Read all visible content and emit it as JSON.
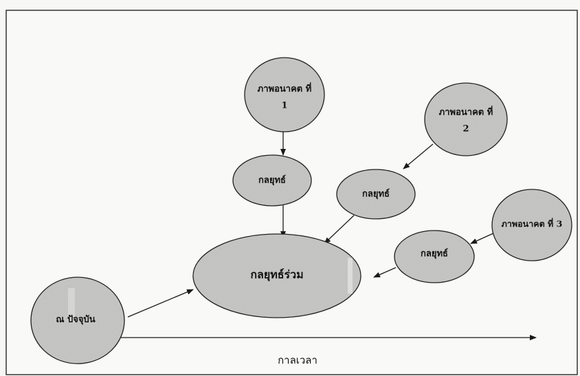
{
  "diagram": {
    "colors": {
      "node_fill": "#c4c4c2",
      "node_stroke": "#1a1a1a",
      "arrow": "#1a1a1a",
      "frame": "#333333"
    },
    "nodes": {
      "future_1": {
        "line1": "ภาพอนาคต ที่",
        "line2": "1"
      },
      "future_2": {
        "line1": "ภาพอนาคต ที่",
        "line2": "2"
      },
      "future_3": {
        "label": "ภาพอนาคต ที่ 3"
      },
      "strategy_1": {
        "label": "กลยุทธ์"
      },
      "strategy_2": {
        "label": "กลยุทธ์"
      },
      "strategy_3": {
        "label": "กลยุทธ์"
      },
      "joint_strategy": {
        "label": "กลยุทธ์ร่วม"
      },
      "present": {
        "label": "ณ ปัจจุบัน"
      }
    },
    "time_axis": {
      "label": "กาลเวลา"
    }
  }
}
